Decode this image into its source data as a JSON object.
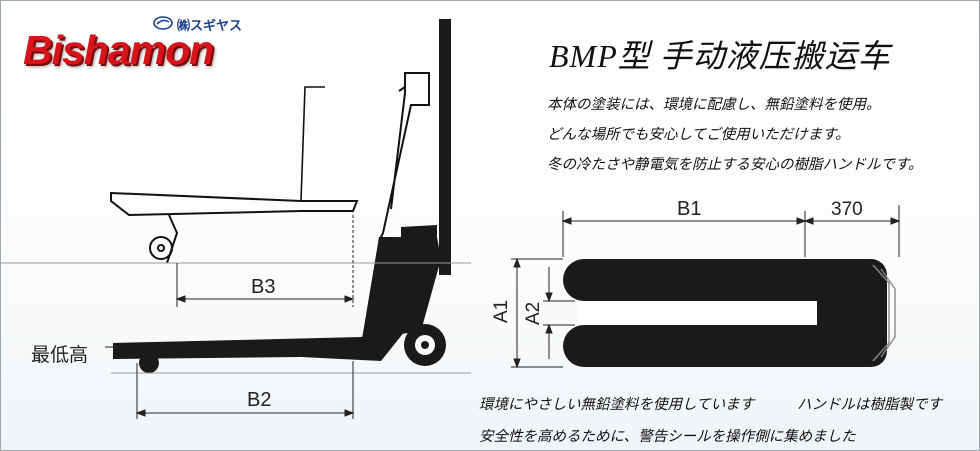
{
  "logo": {
    "brand": "Bishamon",
    "maker": "スギヤス",
    "maker_prefix": "㈱"
  },
  "title": "BMP型 手动液压搬运车",
  "description": [
    "本体の塗装には、環境に配慮し、無鉛塗料を使用。",
    "どんな場所でも安心してご使用いただけます。",
    "冬の冷たさや静電気を防止する安心の樹脂ハンドルです。"
  ],
  "notes": {
    "paint": "環境にやさしい無鉛塗料を使用しています",
    "handle": "ハンドルは樹脂製です",
    "safety": "安全性を高めるために、警告シールを操作側に集めました"
  },
  "side_view": {
    "lowest_height_label": "最低高",
    "b3_label": "B3",
    "b2_label": "B2"
  },
  "top_view": {
    "b1_label": "B1",
    "handle_length": "370",
    "a1_label": "A1",
    "a2_label": "A2"
  },
  "colors": {
    "brand_red": "#d8141b",
    "maker_blue": "#1d3f8f",
    "ink": "#111111"
  }
}
